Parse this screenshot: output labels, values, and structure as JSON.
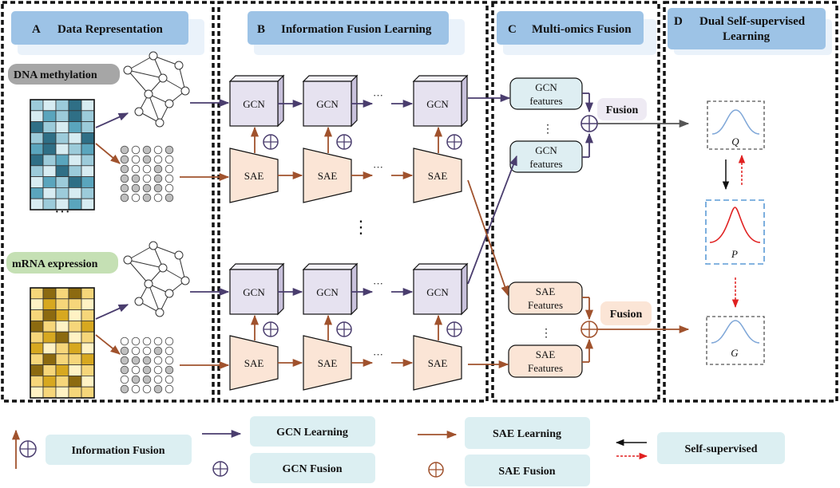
{
  "panels": {
    "a": {
      "letter": "A",
      "title": "Data Representation"
    },
    "b": {
      "letter": "B",
      "title": "Information Fusion Learning"
    },
    "c": {
      "letter": "C",
      "title": "Multi-omics Fusion"
    },
    "d": {
      "letter": "D",
      "title_line1": "Dual Self-supervised",
      "title_line2": "Learning"
    }
  },
  "omics": {
    "methylation": "DNA methylation",
    "mrna": "mRNA expression"
  },
  "modules": {
    "gcn": "GCN",
    "sae": "SAE",
    "ellipsis": "···"
  },
  "features": {
    "gcn_line1": "GCN",
    "gcn_line2": "features",
    "sae_line1": "SAE",
    "sae_line2": "Features"
  },
  "fusion_label": "Fusion",
  "distributions": {
    "q": "Q",
    "p": "P",
    "g": "G"
  },
  "vertical_ellipsis": "⋮",
  "legend": {
    "information_fusion": "Information Fusion",
    "gcn_learning": "GCN Learning",
    "gcn_fusion": "GCN Fusion",
    "sae_learning": "SAE Learning",
    "sae_fusion": "SAE Fusion",
    "self_supervised": "Self-supervised"
  },
  "colors": {
    "gcn_arrow": "#4a3d6e",
    "sae_arrow": "#a0522d",
    "self_sup_dash": "#e02020",
    "header_blue": "#9dc3e6",
    "legend_bg": "#dceff2",
    "omics_tag_gray": "#a6a6a6",
    "omics_tag_green": "#c5e0b4",
    "gcn_box": "#e6e2f0",
    "sae_box": "#fbe5d6",
    "feat_gcn": "#deeef2",
    "feat_sae": "#fbe5d6",
    "curve_blue": "#7fa7d8",
    "curve_red": "#e02020"
  }
}
